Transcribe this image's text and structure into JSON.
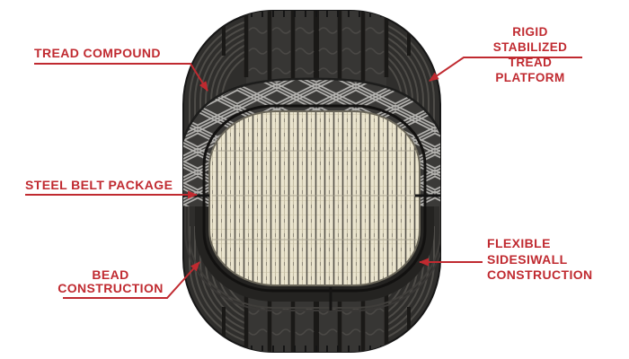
{
  "diagram": {
    "subject": "tire-construction-cutaway",
    "labels": {
      "tread_compound": "TREAD COMPOUND",
      "rigid_platform": "RIGID STABILIZED\nTREAD PLATFORM",
      "steel_belt": "STEEL BELT PACKAGE",
      "bead": "BEAD\nCONSTRUCTION",
      "sidewall": "FLEXIBLE\nSIDESIWALL\nCONSTRUCTION"
    },
    "colors": {
      "accent": "#c02a30",
      "tire_body": "#2f2e2c",
      "tread_groove": "#1a1917",
      "belt_background": "#3b3a38",
      "belt_stripe": "#b1b0ad",
      "ply_background": "#eae4ce",
      "cord_line": "#55524a",
      "ring_dark": "#242321",
      "background": "#ffffff"
    }
  }
}
